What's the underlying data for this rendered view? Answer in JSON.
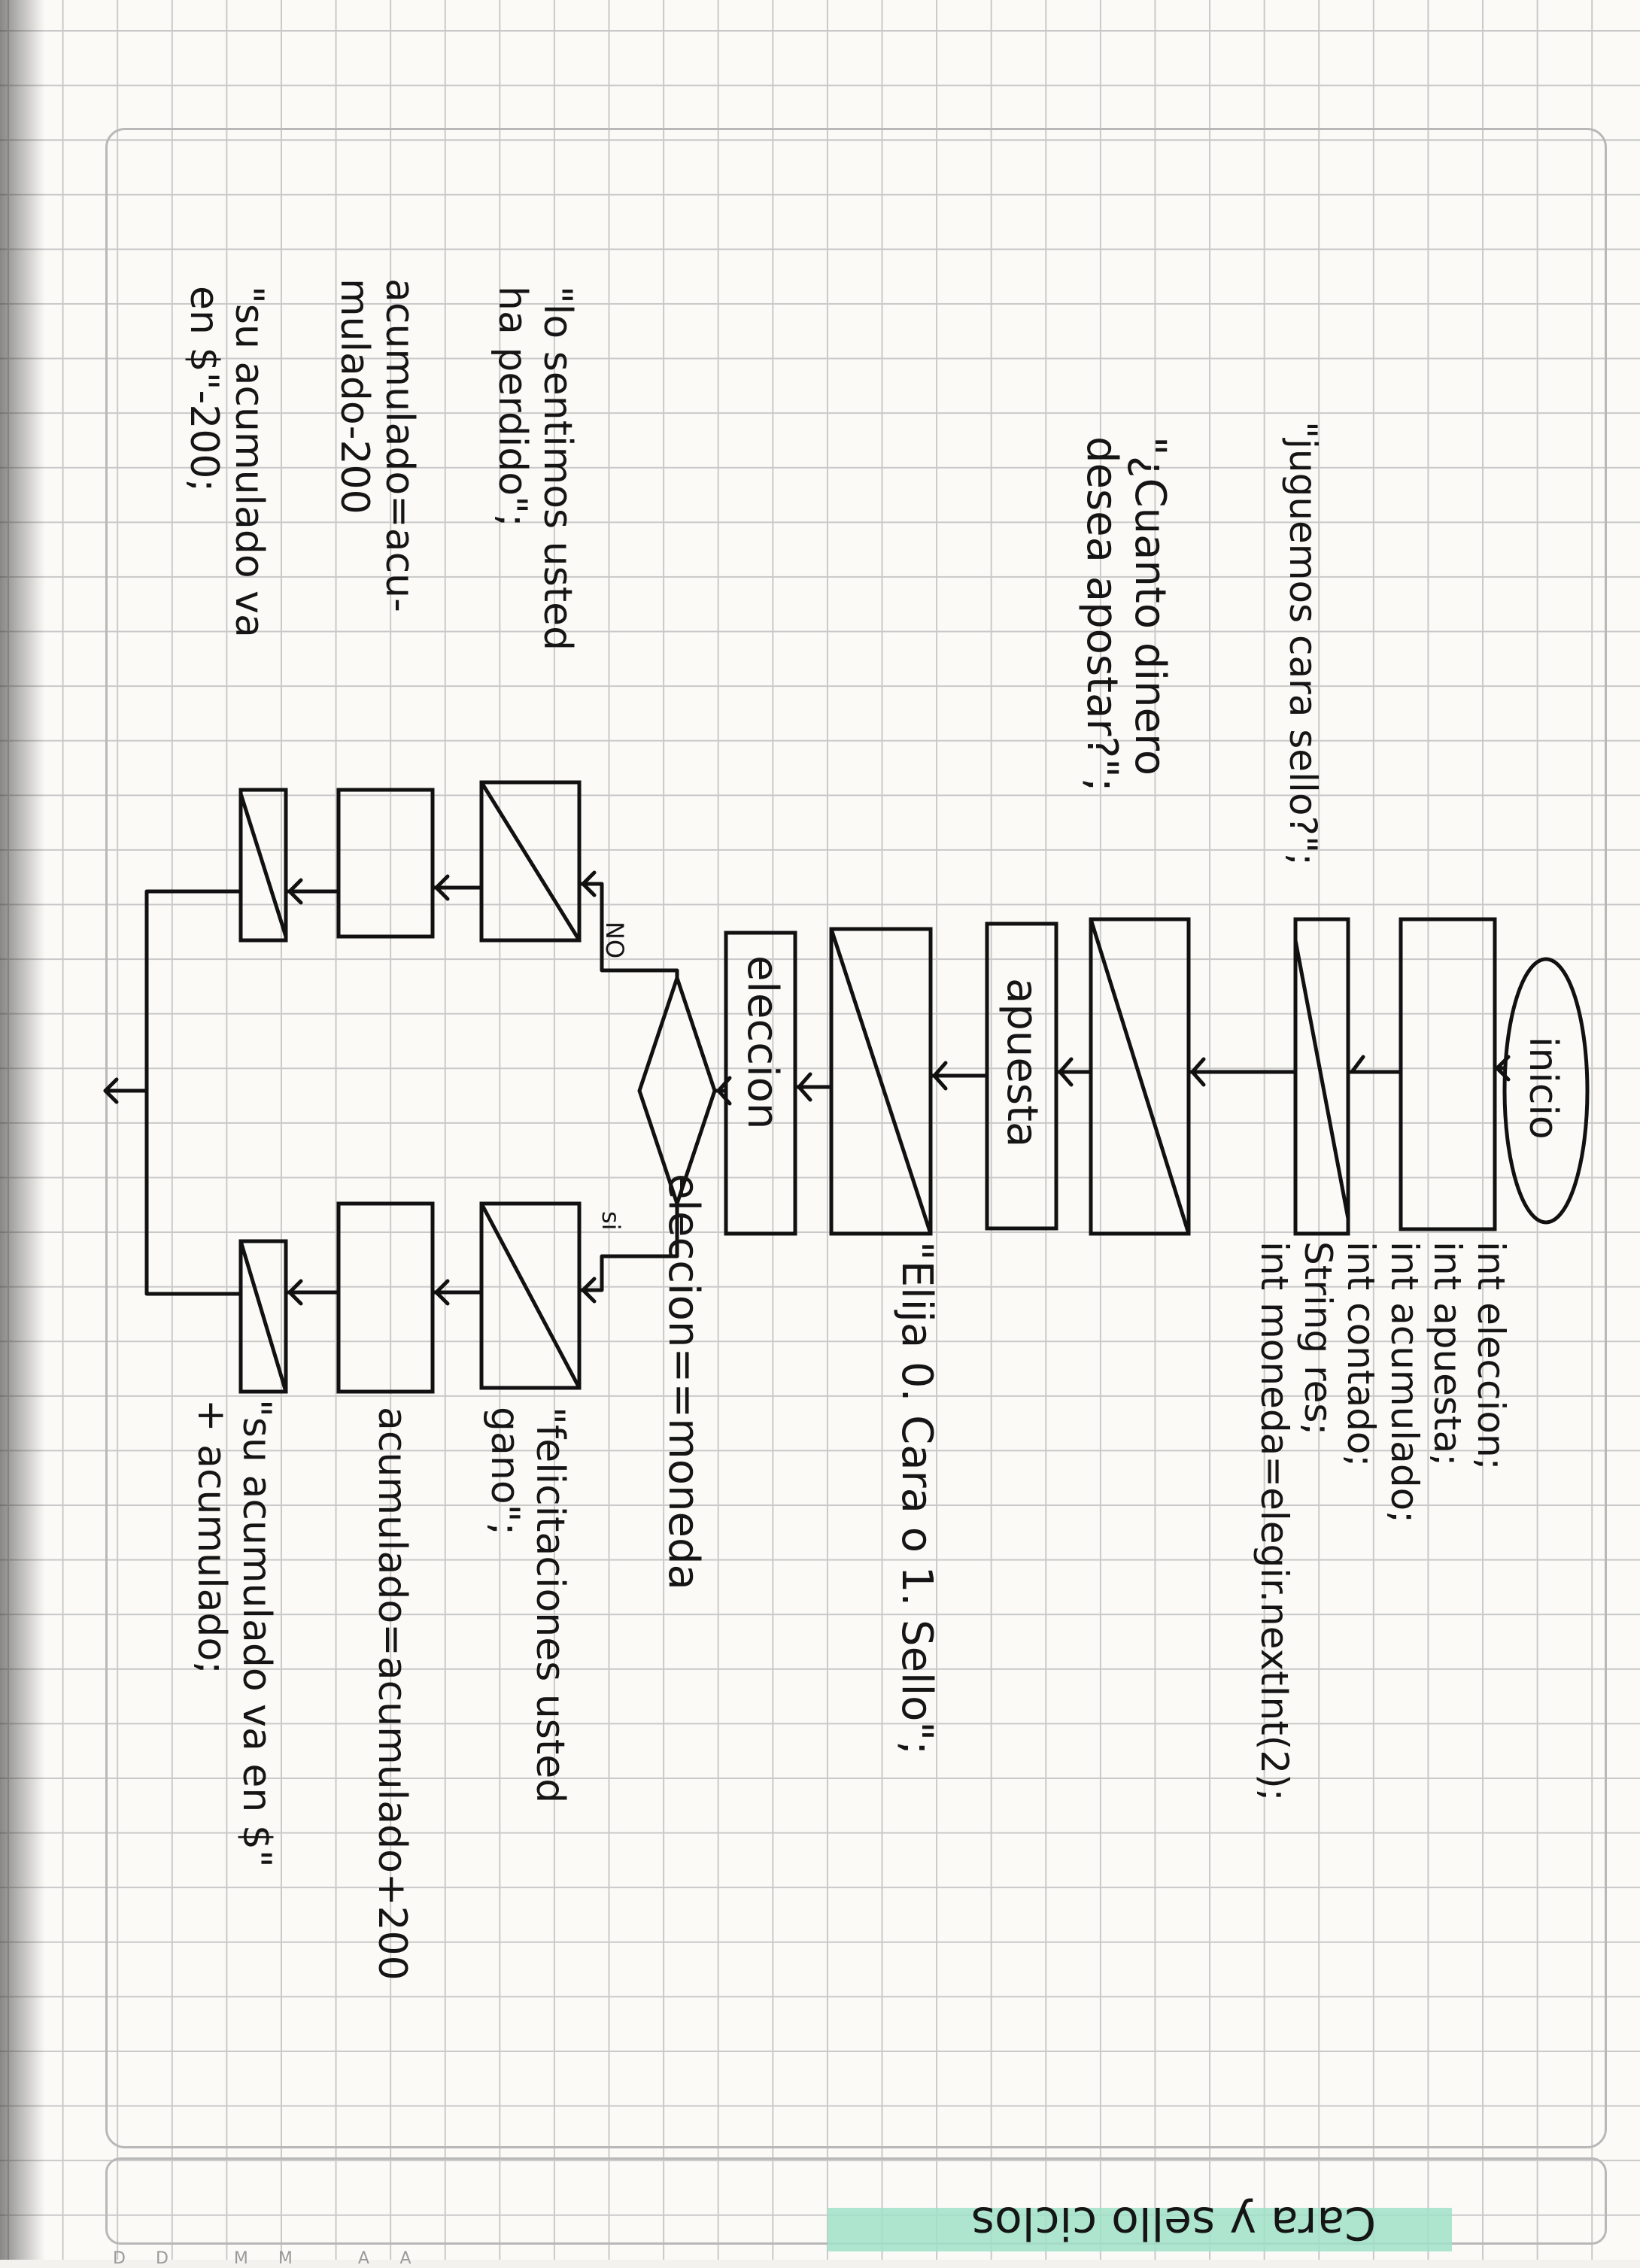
{
  "page": {
    "title": "Cara y sello ciclos",
    "footer_marks": [
      "DD",
      "MM",
      "AA"
    ]
  },
  "flowchart": {
    "start": "inicio",
    "declarations": "int eleccion;\nint apuesta;\nint acumulado;\nint contado;\nString res;\nint moneda=elegir.nextInt(2);",
    "out_greeting": "\"juguemos cara sello?\";",
    "out_ask_bet": "\"¿Cuanto dinero\ndesea apostar?\";",
    "in_bet": "apuesta",
    "out_choose": "\"Elija 0. Cara o 1. Sello\";",
    "in_choice": "eleccion",
    "decision": "eleccion==moneda",
    "yes_label": "si",
    "no_label": "NO",
    "yes_msg": "\"felicitaciones usted\ngano\";",
    "yes_calc": "acumulado=acumulado+200",
    "yes_out": "\"su acumulado va en $\"\n+ acumulado;",
    "no_msg": "\"lo sentimos usted\nha perdido\";",
    "no_calc": "acumulado=acu-\nmulado-200",
    "no_out": "\"su acumulado va\nen $\"-200;"
  },
  "colors": {
    "ink": "#111111",
    "grid": "#c9c9c9",
    "highlight": "#9fe0c8"
  }
}
